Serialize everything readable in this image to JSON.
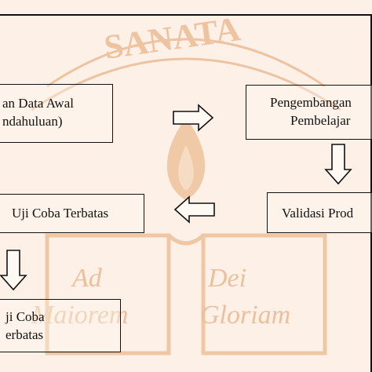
{
  "watermark": {
    "text": "SANATA",
    "motto": [
      "Ad",
      "Dei",
      "Maiorem",
      "Gloriam"
    ],
    "color": "#e9b88f"
  },
  "diagram": {
    "box1": {
      "line1": "an Data Awal",
      "line2": "ndahuluan)"
    },
    "box2": {
      "line1": "Pengembangan",
      "line2": "Pembelajar"
    },
    "box3": {
      "line1": "Validasi Prod"
    },
    "box4": {
      "line1": "Uji Coba Terbatas"
    },
    "box5": {
      "line1": "ji Coba",
      "line2": "erbatas"
    }
  },
  "arrows": [
    {
      "name": "arrow-right",
      "direction": "right"
    },
    {
      "name": "arrow-down-right",
      "direction": "down"
    },
    {
      "name": "arrow-left",
      "direction": "left"
    },
    {
      "name": "arrow-down-left",
      "direction": "down"
    }
  ]
}
